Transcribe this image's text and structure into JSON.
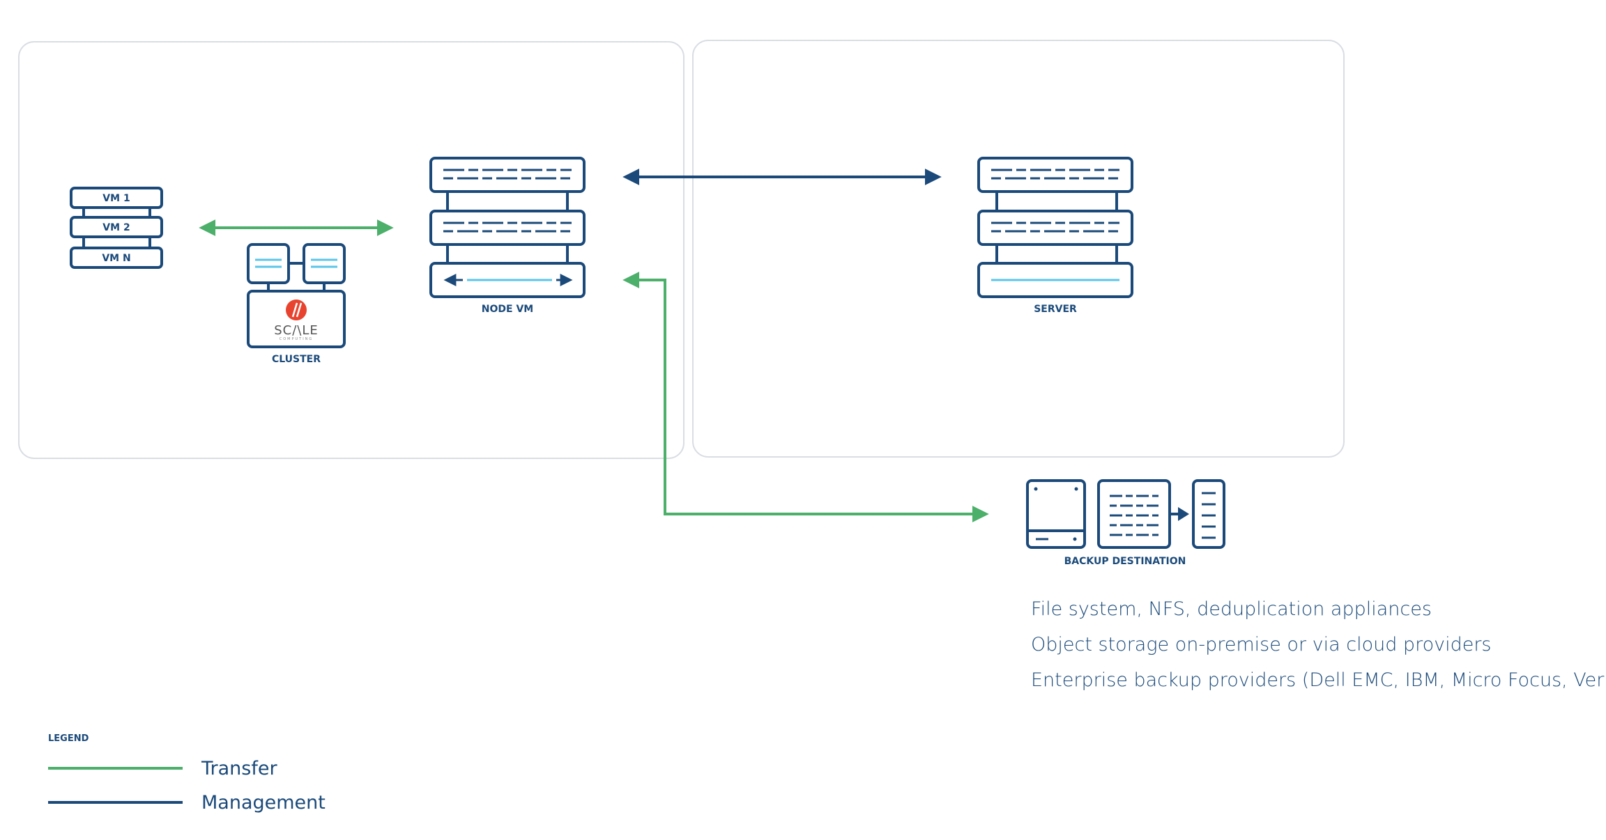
{
  "colors": {
    "navy": "#1b4a7a",
    "green": "#4caf6a",
    "light_blue": "#5bc6e8",
    "panel_border": "#d9dde2",
    "logo_red": "#e8432e"
  },
  "nodes": {
    "vm_stack": [
      "VM 1",
      "VM 2",
      "VM N"
    ],
    "cluster": "CLUSTER",
    "cluster_logo": "SC/\\LE",
    "cluster_logo_sub": "COMPUTING",
    "node_vm": "NODE VM",
    "server": "SERVER",
    "backup_destination": "BACKUP DESTINATION"
  },
  "icons": {
    "cluster": "cluster-icon",
    "node_vm": "server-rack-icon",
    "server": "server-rack-icon",
    "backup": [
      "disk-drive-icon",
      "document-icon",
      "storage-tower-icon"
    ]
  },
  "connections": [
    {
      "from": "VM stack",
      "to": "NODE VM",
      "type": "Transfer",
      "bidirectional": true
    },
    {
      "from": "NODE VM",
      "to": "SERVER",
      "type": "Management",
      "bidirectional": true
    },
    {
      "from": "NODE VM",
      "to": "BACKUP DESTINATION",
      "type": "Transfer",
      "bidirectional": true
    }
  ],
  "backup_description": [
    "File system, NFS, deduplication appliances",
    "Object storage on-premise or via cloud providers",
    "Enterprise backup providers (Dell EMC, IBM, Micro Focus, Veritas)"
  ],
  "legend": {
    "title": "LEGEND",
    "items": [
      {
        "label": "Transfer",
        "color": "#4caf6a"
      },
      {
        "label": "Management",
        "color": "#1b4a7a"
      }
    ]
  }
}
